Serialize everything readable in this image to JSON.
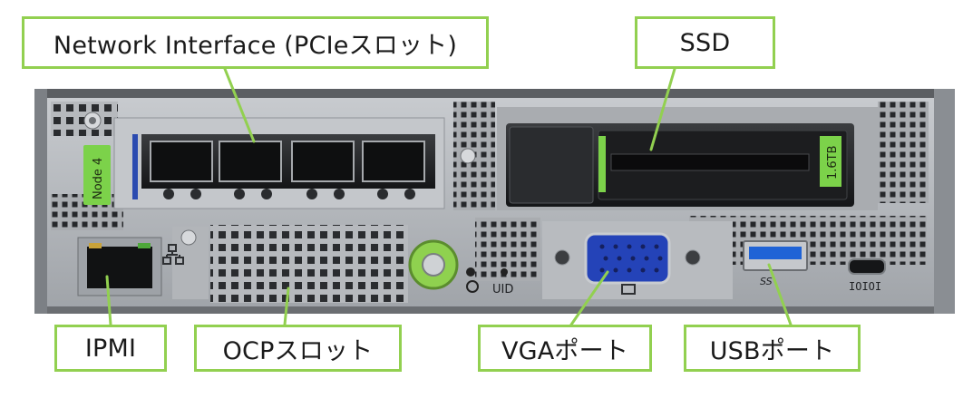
{
  "callouts": {
    "network": "Network Interface (PCIeスロット)",
    "ssd": "SSD",
    "ipmi": "IPMI",
    "ocp": "OCPスロット",
    "vga": "VGAポート",
    "usb": "USBポート"
  },
  "panel": {
    "node_label": "Node 4",
    "drive_capacity": "1.6TB",
    "uid_label": "UID",
    "usb_logo": "SS",
    "serial_label": "IOIOI"
  },
  "colors": {
    "callout_border": "#92d050",
    "leader_line": "#92d050",
    "node_tag": "#7cd24a",
    "usb_blue": "#1f63d6",
    "vga_blue": "#2443b8",
    "chassis": "#b9bcc0"
  }
}
